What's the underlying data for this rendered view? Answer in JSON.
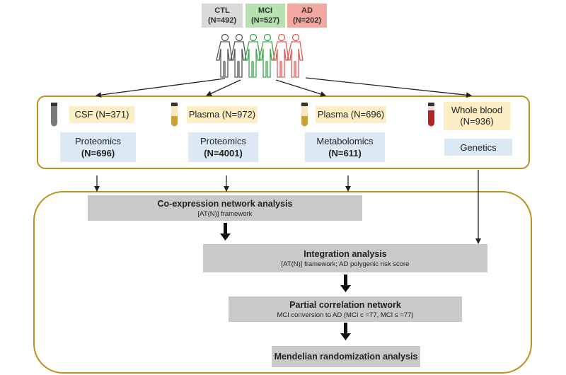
{
  "cohorts": [
    {
      "label": "CTL",
      "count": "(N=492)",
      "color": "#d9d9d9"
    },
    {
      "label": "MCI",
      "count": "(N=527)",
      "color": "#b6e2b0"
    },
    {
      "label": "AD",
      "count": "(N=202)",
      "color": "#f2a8a0"
    }
  ],
  "samples": [
    {
      "label": "CSF (N=371)",
      "tube": "gray"
    },
    {
      "label": "Plasma (N=972)",
      "tube": "gold"
    },
    {
      "label": "Plasma (N=696)",
      "tube": "gold"
    },
    {
      "label": "Whole blood\n(N=936)",
      "tube": "red"
    }
  ],
  "assays": [
    {
      "name": "Proteomics",
      "count": "(N=696)"
    },
    {
      "name": "Proteomics",
      "count": "(N=4001)"
    },
    {
      "name": "Metabolomics",
      "count": "(N=611)"
    },
    {
      "name": "Genetics",
      "count": ""
    }
  ],
  "steps": [
    {
      "title": "Co-expression network analysis",
      "sub": "[AT(N)] framework"
    },
    {
      "title": "Integration analysis",
      "sub": "[AT(N)] framework; AD polygenic risk score"
    },
    {
      "title": "Partial correlation network",
      "sub": "MCI conversion to AD (MCI c =77, MCI s =77)"
    },
    {
      "title": "Mendelian randomization analysis",
      "sub": ""
    }
  ],
  "colors": {
    "panel_border": "#b8931c",
    "sample_bg": "#fdeec6",
    "assay_bg": "#dce9f5",
    "step_bg": "#c9c9c9",
    "ctl_figure": "#555555",
    "mci_figure": "#3aa64a",
    "ad_figure": "#e05a55"
  }
}
